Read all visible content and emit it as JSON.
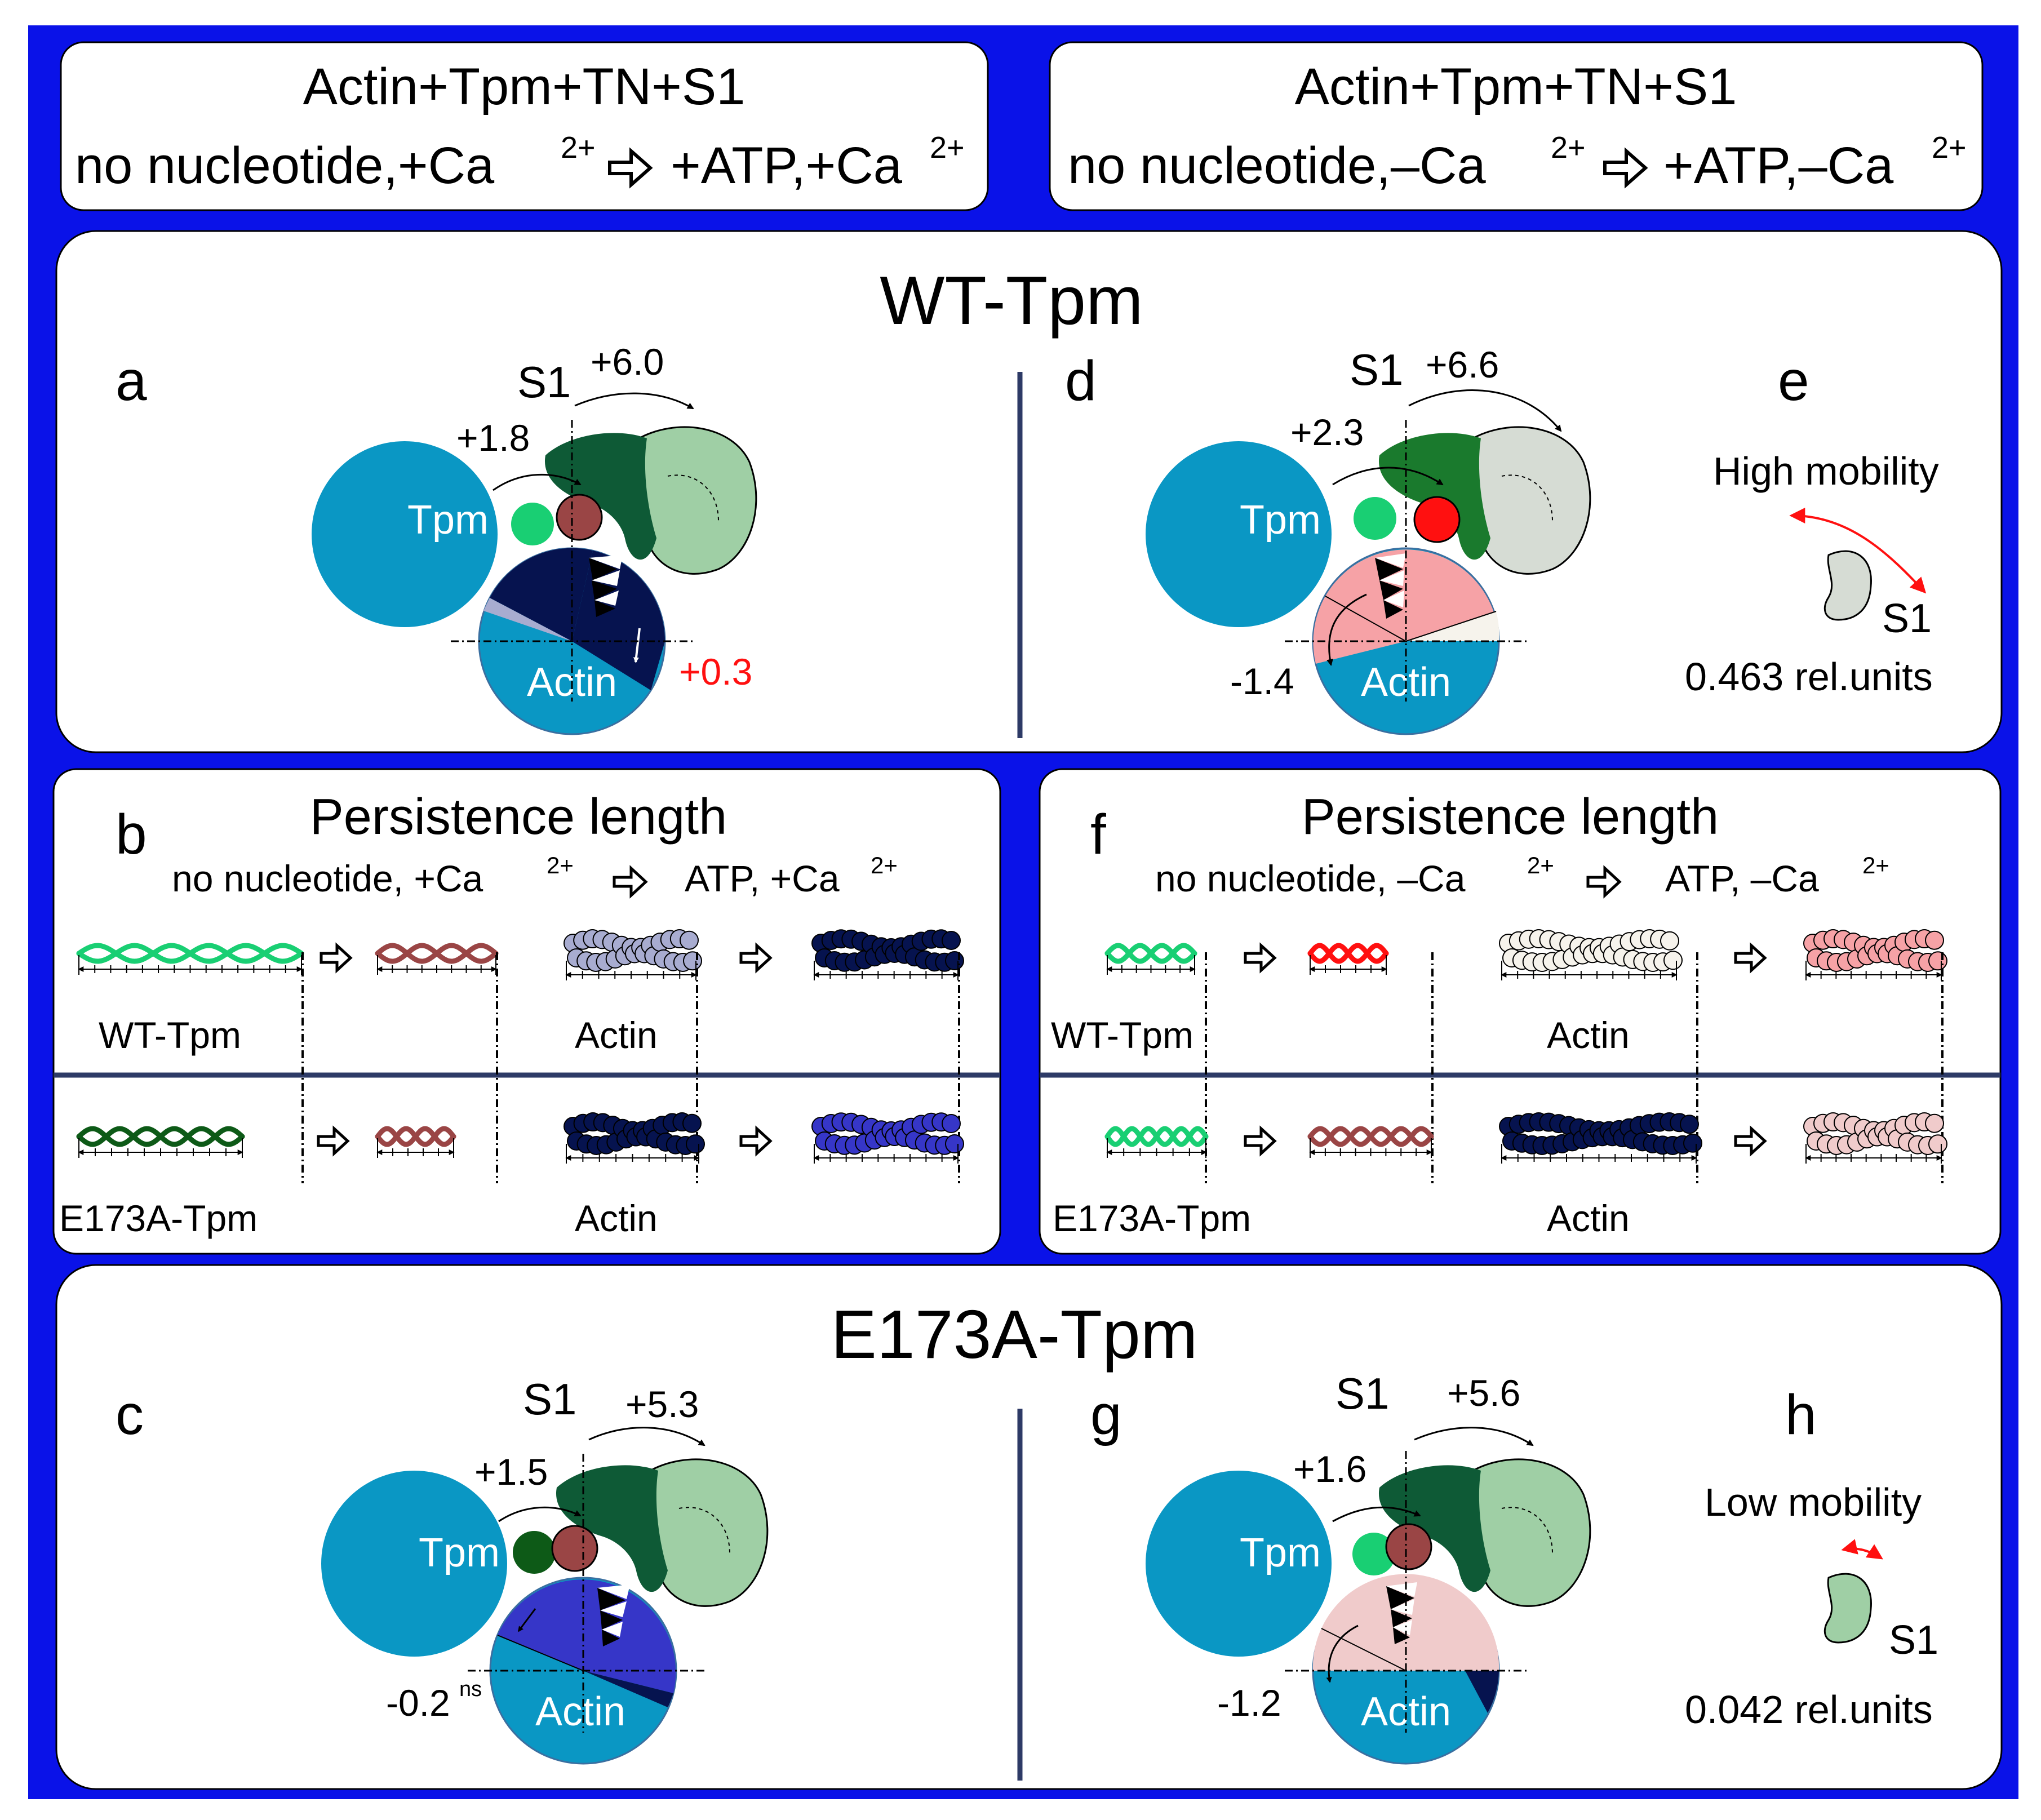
{
  "colors": {
    "frame": "#0a12e8",
    "tpm_blue": "#0a97c4",
    "wt_tpm_green": "#19cf73",
    "e173a_tpm_green": "#0d5a17",
    "s1_dark": "#0e5a36",
    "s1_light": "#9fcfa5",
    "s1_grey": "#d6dcd4",
    "brown": "#9a4545",
    "red": "#ff1010",
    "navy": "#06134f",
    "indigo": "#3636c8",
    "pink": "#f6a2a6",
    "pale_pink": "#f0cbcb",
    "lavender": "#a8acd0",
    "cream": "#f6f3ec",
    "divider": "#2d3a66"
  },
  "header": {
    "left": {
      "title": "Actin+Tpm+TN+S1",
      "line2_a": "no nucleotide,+Ca",
      "line2_b": "+ATP,+Ca",
      "sup": "2+"
    },
    "right": {
      "title": "Actin+Tpm+TN+S1",
      "line2_a": "no nucleotide,–Ca",
      "line2_b": "+ATP,–Ca",
      "sup": "2+"
    }
  },
  "wt_section": {
    "title": "WT-Tpm",
    "a": {
      "letter": "a",
      "s1": "S1",
      "tpm": "Tpm",
      "actin": "Actin",
      "v_top": "+6.0",
      "v_mid": "+1.8",
      "v_actin": "+0.3"
    },
    "d": {
      "letter": "d",
      "s1": "S1",
      "tpm": "Tpm",
      "actin": "Actin",
      "v_top": "+6.6",
      "v_mid": "+2.3",
      "v_actin": "-1.4"
    },
    "e": {
      "letter": "e",
      "mobility": "High mobility",
      "s1": "S1",
      "value": "0.463 rel.units"
    }
  },
  "persistence_left": {
    "letter": "b",
    "title": "Persistence length",
    "sub_a": "no nucleotide, +Ca",
    "sub_b": "ATP, +Ca",
    "sup": "2+",
    "row1_tpm": "WT-Tpm",
    "row1_actin": "Actin",
    "row2_tpm": "E173A-Tpm",
    "row2_actin": "Actin"
  },
  "persistence_right": {
    "letter": "f",
    "title": "Persistence length",
    "sub_a": "no nucleotide, –Ca",
    "sub_b": "ATP, –Ca",
    "sup": "2+",
    "row1_tpm": "WT-Tpm",
    "row1_actin": "Actin",
    "row2_tpm": "E173A-Tpm",
    "row2_actin": "Actin"
  },
  "e173a_section": {
    "title": "E173A-Tpm",
    "c": {
      "letter": "c",
      "s1": "S1",
      "tpm": "Tpm",
      "actin": "Actin",
      "v_top": "+5.3",
      "v_mid": "+1.5",
      "v_actin": "-0.2",
      "v_actin_sup": "ns"
    },
    "g": {
      "letter": "g",
      "s1": "S1",
      "tpm": "Tpm",
      "actin": "Actin",
      "v_top": "+5.6",
      "v_mid": "+1.6",
      "v_actin": "-1.2"
    },
    "h": {
      "letter": "h",
      "mobility": "Low mobility",
      "s1": "S1",
      "value": "0.042 rel.units"
    }
  }
}
